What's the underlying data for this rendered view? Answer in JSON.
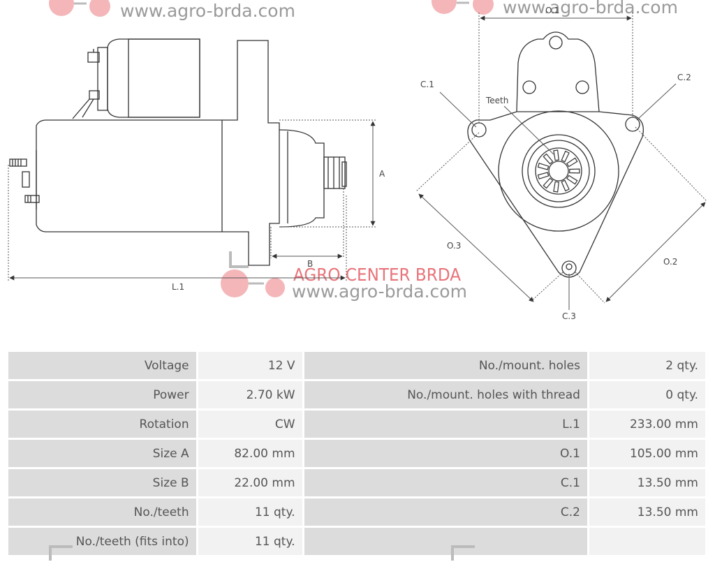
{
  "watermark": {
    "brand": "AGRO CENTER BRDA",
    "url": "www.agro-brda.com",
    "brand_color": "#e8737a",
    "url_color": "#8a8a8a"
  },
  "diagram": {
    "labels": {
      "length": "L.1",
      "size_a": "A",
      "size_b": "B",
      "o1": "O.1",
      "o2": "O.2",
      "o3": "O.3",
      "c1": "C.1",
      "c2": "C.2",
      "c3": "C.3",
      "teeth": "Teeth"
    }
  },
  "specs": {
    "rows": [
      {
        "l1": "Voltage",
        "v1": "12 V",
        "l2": "No./mount. holes",
        "v2": "2 qty."
      },
      {
        "l1": "Power",
        "v1": "2.70 kW",
        "l2": "No./mount. holes with thread",
        "v2": "0 qty."
      },
      {
        "l1": "Rotation",
        "v1": "CW",
        "l2": "L.1",
        "v2": "233.00 mm"
      },
      {
        "l1": "Size A",
        "v1": "82.00 mm",
        "l2": "O.1",
        "v2": "105.00 mm"
      },
      {
        "l1": "Size B",
        "v1": "22.00 mm",
        "l2": "C.1",
        "v2": "13.50 mm"
      },
      {
        "l1": "No./teeth",
        "v1": "11 qty.",
        "l2": "C.2",
        "v2": "13.50 mm"
      },
      {
        "l1": "No./teeth (fits into)",
        "v1": "11 qty.",
        "l2": "",
        "v2": ""
      }
    ]
  }
}
